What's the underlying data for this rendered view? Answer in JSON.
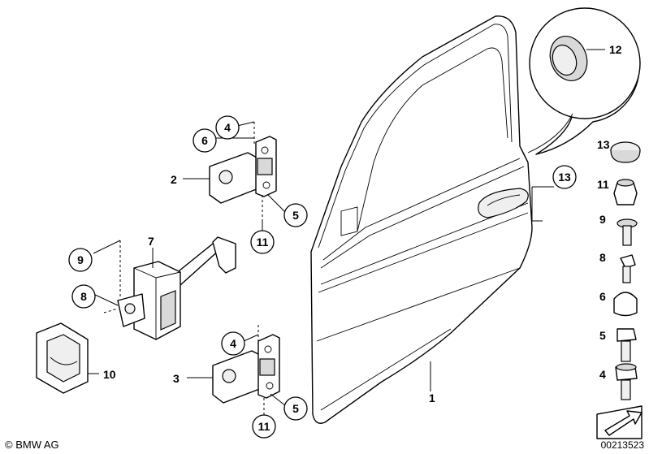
{
  "labels": {
    "door": "1",
    "hinge_upper": "2",
    "hinge_lower": "3",
    "bolt_upper": "4",
    "bolt_lower": "4",
    "screw_upper": "5",
    "screw_lower": "5",
    "cap_upper": "6",
    "check_strap": "7",
    "check_bolt": "8",
    "check_screw": "9",
    "grommet": "10",
    "clip_upper": "11",
    "clip_lower": "11",
    "plug_detail": "12",
    "plug_door": "13"
  },
  "sidebar": [
    {
      "num": "13",
      "icon": "plug-cap-icon"
    },
    {
      "num": "11",
      "icon": "hex-nut-icon"
    },
    {
      "num": "9",
      "icon": "torx-screw-icon"
    },
    {
      "num": "8",
      "icon": "hex-bolt-icon"
    },
    {
      "num": "6",
      "icon": "cap-icon"
    },
    {
      "num": "5",
      "icon": "flange-bolt-icon"
    },
    {
      "num": "4",
      "icon": "washer-bolt-icon"
    }
  ],
  "footer": {
    "copyright": "© BMW AG",
    "doc_number": "00213523"
  }
}
